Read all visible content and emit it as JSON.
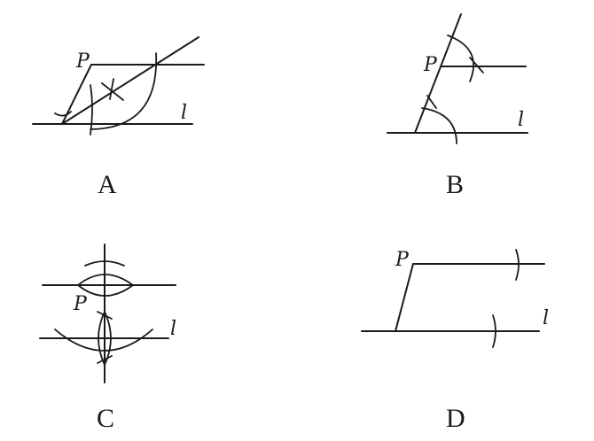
{
  "panels": [
    {
      "id": "A",
      "caption": "A",
      "point_label": "P",
      "line_label": "l"
    },
    {
      "id": "B",
      "caption": "B",
      "point_label": "P",
      "line_label": "l"
    },
    {
      "id": "C",
      "caption": "C",
      "point_label": "P",
      "line_label": "l"
    },
    {
      "id": "D",
      "caption": "D",
      "point_label": "P",
      "line_label": "l"
    }
  ]
}
